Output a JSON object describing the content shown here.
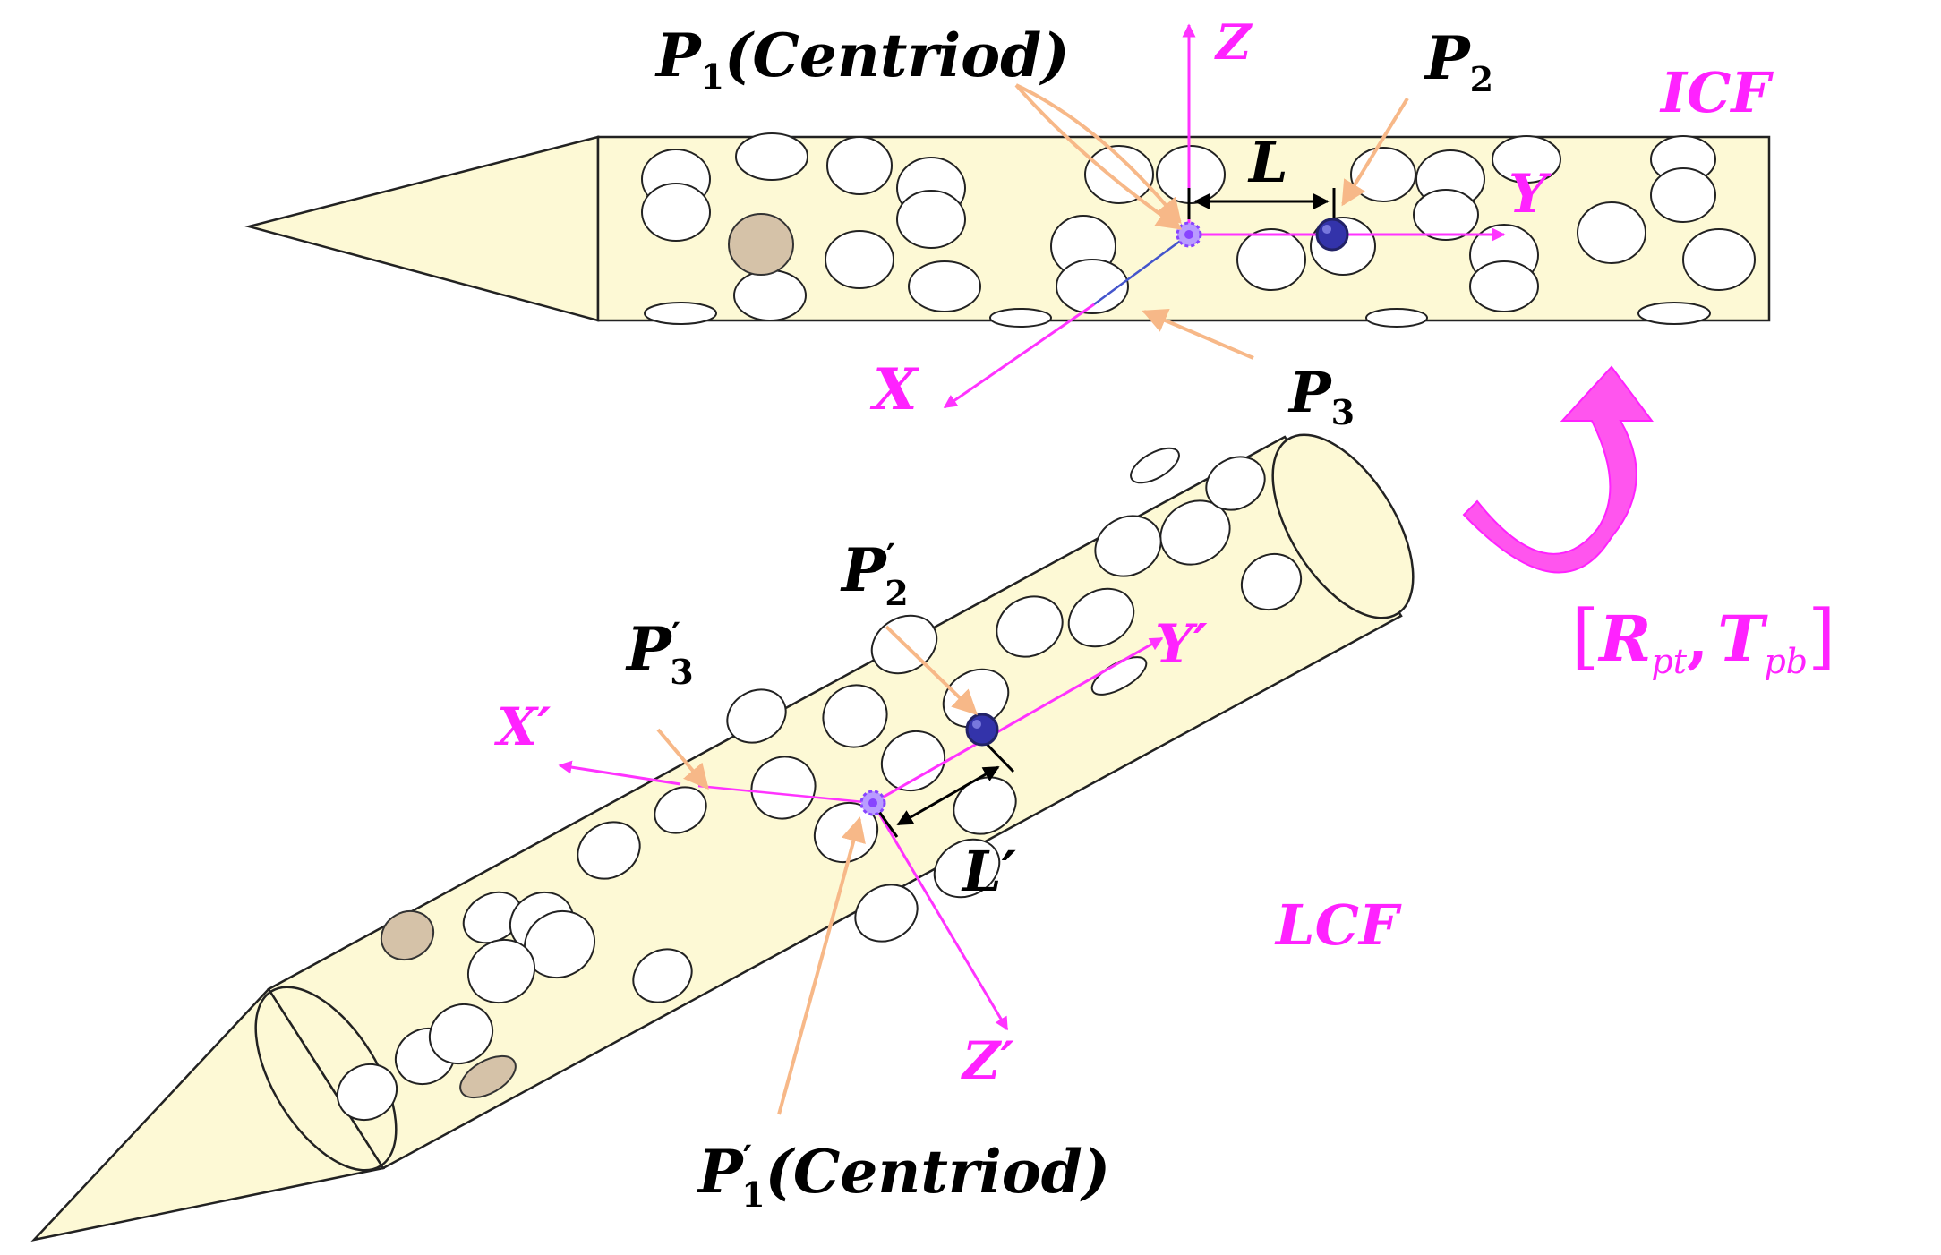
{
  "upper_frame": {
    "frame_label": "ICF",
    "axes": {
      "x": "X",
      "y": "Y",
      "z": "Z"
    },
    "p1": {
      "main": "P",
      "sub": "1",
      "note": "(Centriod)"
    },
    "p2": {
      "main": "P",
      "sub": "2"
    },
    "length": "L"
  },
  "lower_frame": {
    "frame_label": "LCF",
    "axes": {
      "x": "X′",
      "y": "Y′",
      "z": "Z′"
    },
    "p1": {
      "main": "P",
      "prime": "′",
      "sub": "1",
      "note": "(Centriod)"
    },
    "p2": {
      "main": "P",
      "prime": "′",
      "sub": "2"
    },
    "p3": {
      "main": "P",
      "prime": "′",
      "sub": "3"
    },
    "length": "L′"
  },
  "p3": {
    "main": "P",
    "sub": "3"
  },
  "transform": {
    "open": "[",
    "r": "R",
    "r_sub": "pt",
    "sep": ",",
    "t": "T",
    "t_sub": "pb",
    "close": "]"
  },
  "colors": {
    "body_fill": "#fdf9d5",
    "axis": "#ff33ff",
    "leader": "#f7b888",
    "point_fill": "#3333aa",
    "centroid": "#8844ff",
    "shaded_hole": "#d5c2a8"
  }
}
